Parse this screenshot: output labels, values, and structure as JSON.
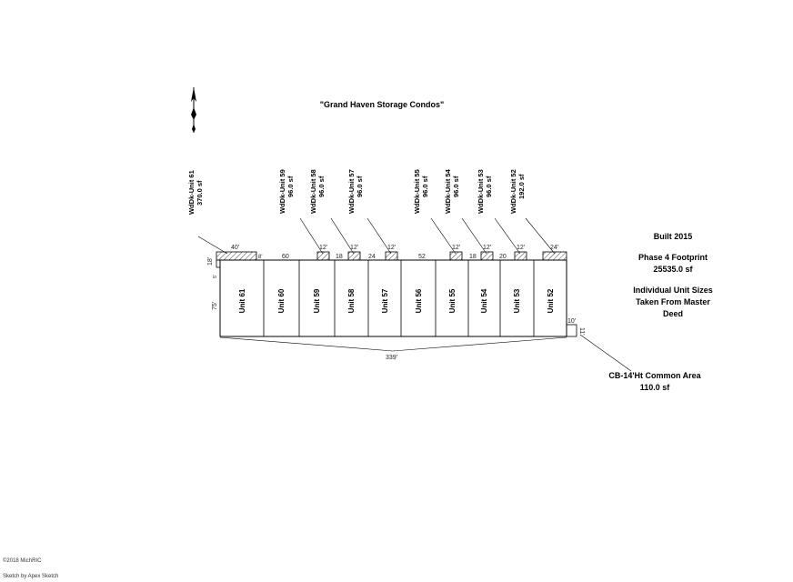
{
  "title": "\"Grand Haven Storage Condos\"",
  "notes": {
    "built": "Built 2015",
    "footprint_label": "Phase 4 Footprint",
    "footprint_value": "25535.0 sf",
    "unit_sizes_1": "Individual Unit Sizes",
    "unit_sizes_2": "Taken From Master Deed"
  },
  "common_area": {
    "label": "CB-14'Ht Common Area",
    "value": "110.0 sf",
    "dim_w": "10'",
    "dim_h": "11'"
  },
  "units": [
    "Unit 61",
    "Unit 60",
    "Unit 59",
    "Unit 58",
    "Unit 57",
    "Unit 56",
    "Unit 55",
    "Unit 54",
    "Unit 53",
    "Unit 52"
  ],
  "decks": [
    {
      "name": "WdDk-Unit 61",
      "area": "370.0 sf"
    },
    {
      "name": "WdDk-Unit 59",
      "area": "96.0 sf"
    },
    {
      "name": "WdDk-Unit 58",
      "area": "96.0 sf"
    },
    {
      "name": "WdDk-Unit 57",
      "area": "96.0 sf"
    },
    {
      "name": "WdDk-Unit 55",
      "area": "96.0 sf"
    },
    {
      "name": "WdDk-Unit 54",
      "area": "96.0 sf"
    },
    {
      "name": "WdDk-Unit 53",
      "area": "96.0 sf"
    },
    {
      "name": "WdDk-Unit 52",
      "area": "192.0 sf"
    }
  ],
  "deck_dims": [
    "40'",
    "8'",
    "12'",
    "12'",
    "12'",
    "12'",
    "12'",
    "12'",
    "24'"
  ],
  "top_dims": [
    "60",
    "18",
    "24",
    "52",
    "18",
    "20"
  ],
  "side_dims": [
    "18'",
    "5'",
    "75'"
  ],
  "total_dim": "339'",
  "footer": {
    "copyright": "©2018 MichRIC",
    "credit": "Sketch by Apex Sketch"
  }
}
